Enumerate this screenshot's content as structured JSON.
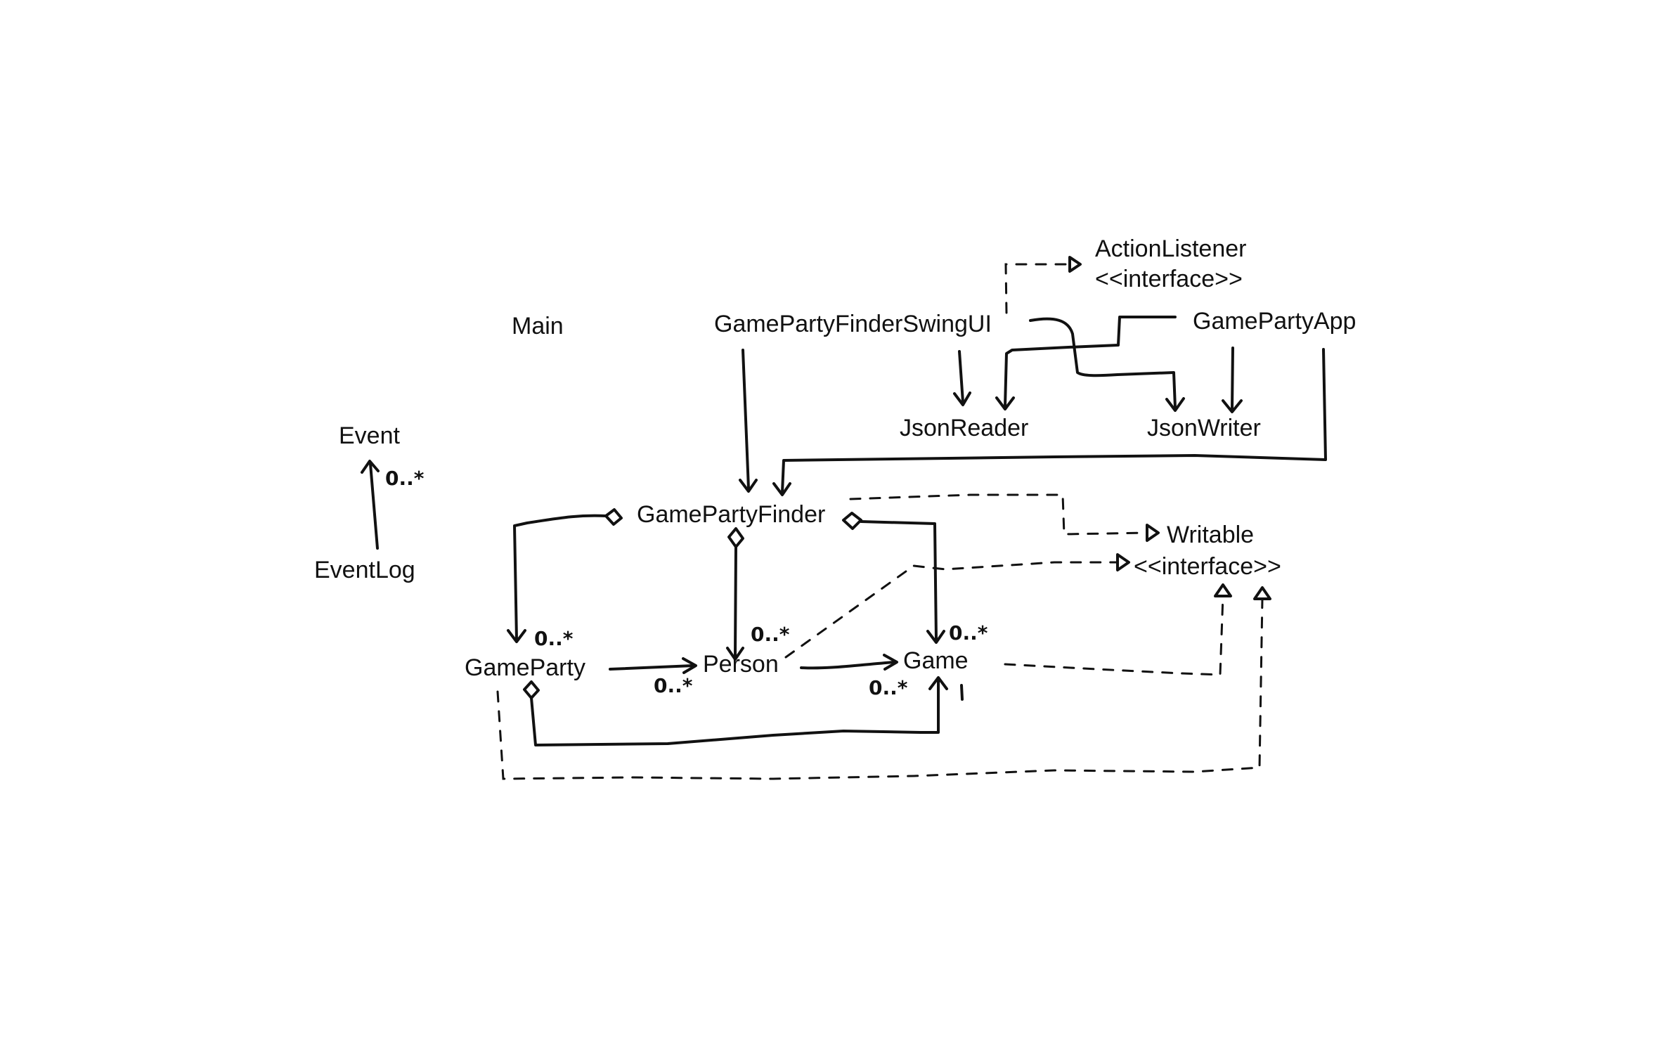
{
  "classes": {
    "main": "Main",
    "event": "Event",
    "event_log": "EventLog",
    "swing_ui": "GamePartyFinderSwingUI",
    "action_listener": "ActionListener",
    "action_listener_stereotype": "<<interface>>",
    "game_party_app": "GamePartyApp",
    "json_reader": "JsonReader",
    "json_writer": "JsonWriter",
    "game_party_finder": "GamePartyFinder",
    "writable": "Writable",
    "writable_stereotype": "<<interface>>",
    "game_party": "GameParty",
    "person": "Person",
    "game": "Game"
  },
  "multiplicities": {
    "eventlog_event": "0..*",
    "finder_gameparty": "0..*",
    "finder_person": "0..*",
    "finder_game": "0..*",
    "gameparty_person": "0..*",
    "person_game": "0..*"
  }
}
